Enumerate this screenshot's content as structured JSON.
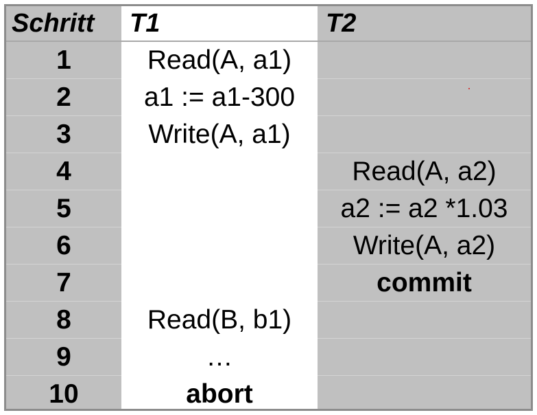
{
  "table": {
    "headers": {
      "step": "Schritt",
      "t1": "T1",
      "t2": "T2"
    },
    "rows": [
      {
        "step": "1",
        "t1": "Read(A, a1)",
        "t2": ""
      },
      {
        "step": "2",
        "t1": "a1 := a1-300",
        "t2": ""
      },
      {
        "step": "3",
        "t1": "Write(A, a1)",
        "t2": ""
      },
      {
        "step": "4",
        "t1": "",
        "t2": "Read(A, a2)"
      },
      {
        "step": "5",
        "t1": "",
        "t2": "a2 := a2 *1.03"
      },
      {
        "step": "6",
        "t1": "",
        "t2": "Write(A, a2)"
      },
      {
        "step": "7",
        "t1": "",
        "t2": "commit"
      },
      {
        "step": "8",
        "t1": "Read(B, b1)",
        "t2": ""
      },
      {
        "step": "9",
        "t1": "…",
        "t2": ""
      },
      {
        "step": "10",
        "t1": "abort",
        "t2": ""
      }
    ]
  },
  "colors": {
    "gray_fill": "#c0c0c0",
    "white_fill": "#ffffff",
    "border": "#8c8c8c"
  }
}
